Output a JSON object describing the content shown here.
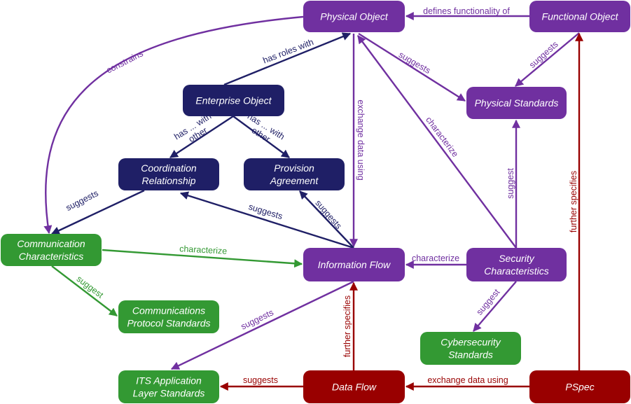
{
  "colors": {
    "purple": "#7030a0",
    "navy": "#1f1f66",
    "green": "#339933",
    "red": "#990000"
  },
  "nodes": {
    "physical_object": [
      "Physical Object"
    ],
    "functional_object": [
      "Functional Object"
    ],
    "enterprise_object": [
      "Enterprise Object"
    ],
    "physical_standards": [
      "Physical Standards"
    ],
    "coordination_relationship": [
      "Coordination",
      "Relationship"
    ],
    "provision_agreement": [
      "Provision",
      "Agreement"
    ],
    "communication_characteristics": [
      "Communication",
      "Characteristics"
    ],
    "information_flow": [
      "Information Flow"
    ],
    "security_characteristics": [
      "Security",
      "Characteristics"
    ],
    "communications_protocol_standards": [
      "Communications",
      "Protocol Standards"
    ],
    "cybersecurity_standards": [
      "Cybersecurity",
      "Standards"
    ],
    "its_application_layer_standards": [
      "ITS Application",
      "Layer Standards"
    ],
    "data_flow": [
      "Data Flow"
    ],
    "pspec": [
      "PSpec"
    ]
  },
  "edges": {
    "defines_functionality_of": [
      "defines functionality of"
    ],
    "constrains": [
      "constrains"
    ],
    "has_roles_with": [
      "has roles with"
    ],
    "po_suggests_ps": [
      "suggests"
    ],
    "fo_suggests_ps": [
      "suggests"
    ],
    "exchange_data_using_if": [
      "exchange data using"
    ],
    "characterize_sc_po": [
      "characterize"
    ],
    "has_with_other_cr": [
      "has ... with",
      "other"
    ],
    "has_with_other_pa": [
      "has ... with",
      "other"
    ],
    "suggest_sc_ps": [
      "suggest"
    ],
    "further_specifies_pspec_fo": [
      "further specifies"
    ],
    "suggests_cr_cc": [
      "suggests"
    ],
    "suggests_if_cr": [
      "suggests"
    ],
    "suggests_if_pa": [
      "suggests"
    ],
    "characterize_cc_if": [
      "characterize"
    ],
    "characterize_sc_if": [
      "characterize"
    ],
    "suggest_cc_cps": [
      "suggest"
    ],
    "suggest_sc_cs": [
      "suggest"
    ],
    "suggests_if_its": [
      "suggests"
    ],
    "further_specifies_df_if": [
      "further specifies"
    ],
    "suggests_df_its": [
      "suggests"
    ],
    "exchange_data_using_pspec_df": [
      "exchange data using"
    ]
  }
}
